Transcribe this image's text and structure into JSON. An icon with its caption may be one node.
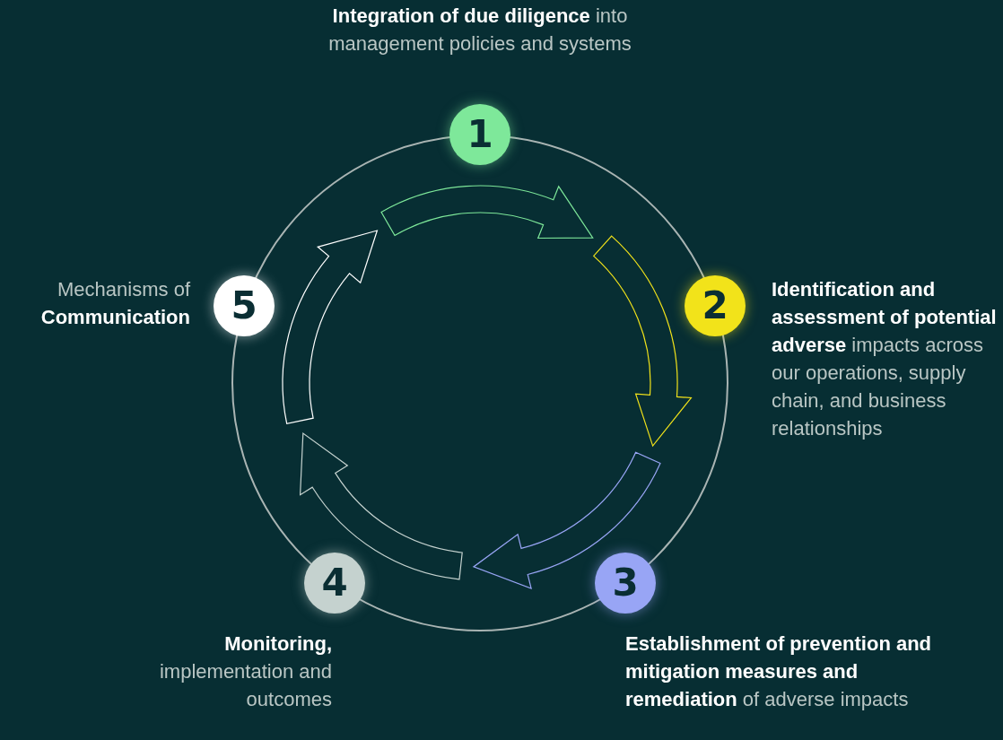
{
  "diagram": {
    "nodes": [
      {
        "text": [
          "1"
        ],
        "beside": [
          "**Integration of due diligence** into management policies and systems"
        ]
      },
      {
        "text": [
          "2"
        ],
        "beside": [
          "**Identification and assessment of potential adverse** impacts across our operations, supply chain, and business relationships"
        ]
      },
      {
        "text": [
          "3"
        ],
        "beside": [
          "**Establishment of prevention and mitigation measures and remediation** of adverse impacts"
        ]
      },
      {
        "text": [
          "4"
        ],
        "beside": [
          "**Monitoring,** implementation and outcomes"
        ]
      },
      {
        "text": [
          "5"
        ],
        "beside": [
          "Mechanisms of **Communication**"
        ]
      }
    ],
    "edges": [
      {
        "from": 0,
        "to": 1,
        "arrow": "to",
        "color": "#7ee89a"
      },
      {
        "from": 1,
        "to": 2,
        "arrow": "to",
        "color": "#f2e31a"
      },
      {
        "from": 2,
        "to": 3,
        "arrow": "to",
        "color": "#98a5f5"
      },
      {
        "from": 3,
        "to": 4,
        "arrow": "to",
        "color": "#c5d2cf"
      },
      {
        "from": 4,
        "to": 0,
        "arrow": "to",
        "color": "#ffffff"
      }
    ]
  }
}
